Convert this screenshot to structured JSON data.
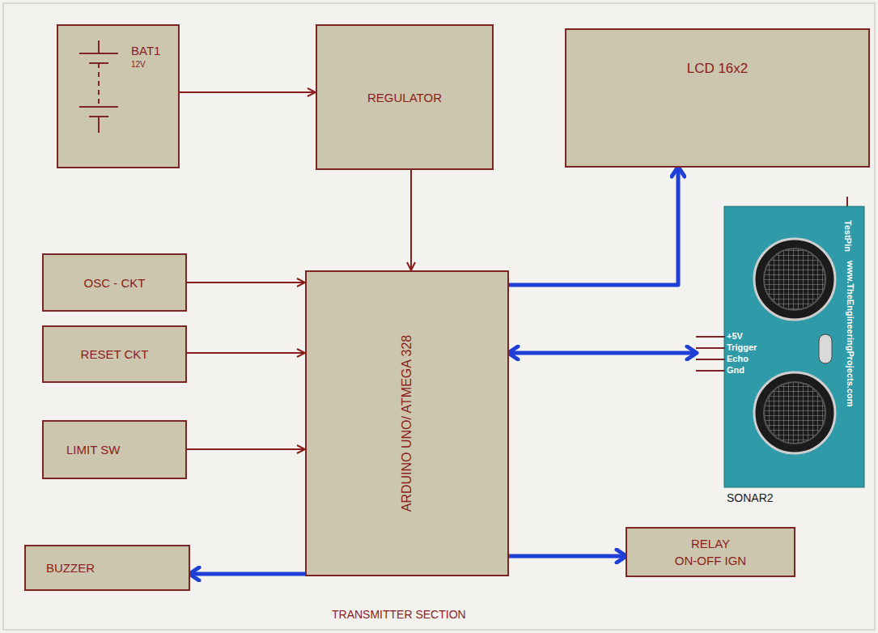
{
  "diagram": {
    "nodes": [
      {
        "text": [
          "BAT1",
          "12V"
        ]
      },
      {
        "text": [
          "REGULATOR"
        ]
      },
      {
        "text": [
          "LCD 16x2"
        ]
      },
      {
        "text": [
          "OSC - CKT"
        ]
      },
      {
        "text": [
          "RESET CKT"
        ]
      },
      {
        "text": [
          "LIMIT SW"
        ]
      },
      {
        "text": [
          "ARDUINO UNO/ ATMEGA 328"
        ]
      },
      {
        "text": [
          "SONAR2"
        ]
      },
      {
        "text": [
          "RELAY",
          "ON-OFF IGN"
        ]
      },
      {
        "text": [
          "BUZZER"
        ]
      }
    ],
    "edges": [
      {
        "from": 0,
        "to": 1,
        "arrow": "to"
      },
      {
        "from": 1,
        "to": 6,
        "arrow": "to"
      },
      {
        "from": 3,
        "to": 6,
        "arrow": "to"
      },
      {
        "from": 4,
        "to": 6,
        "arrow": "to"
      },
      {
        "from": 5,
        "to": 6,
        "arrow": "to"
      },
      {
        "from": 6,
        "to": 2,
        "arrow": "to"
      },
      {
        "from": 6,
        "to": 7,
        "arrow": "both"
      },
      {
        "from": 6,
        "to": 9,
        "arrow": "to"
      },
      {
        "from": 6,
        "to": 8,
        "arrow": "to"
      }
    ],
    "labels": [
      "+5V",
      "Trigger",
      "Echo",
      "Gnd",
      "TestPin",
      "www.TheEngineeringProjects.com",
      "TRANSMITTER SECTION"
    ]
  }
}
